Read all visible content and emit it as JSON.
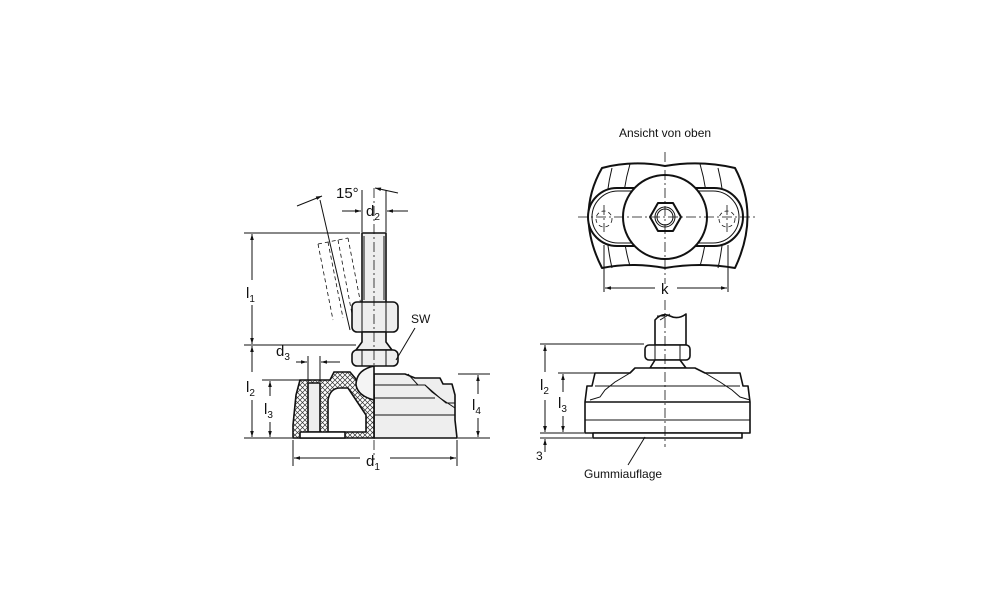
{
  "left_view": {
    "angle_label": "15°",
    "d2": {
      "main": "d",
      "sub": "2"
    },
    "d3": {
      "main": "d",
      "sub": "3"
    },
    "d1": {
      "main": "d",
      "sub": "1"
    },
    "l1": {
      "main": "l",
      "sub": "1"
    },
    "l2": {
      "main": "l",
      "sub": "2"
    },
    "l3": {
      "main": "l",
      "sub": "3"
    },
    "l4": {
      "main": "l",
      "sub": "4"
    },
    "sw": "SW"
  },
  "top_view": {
    "title": "Ansicht von oben",
    "k": "k"
  },
  "side_view": {
    "l2": {
      "main": "l",
      "sub": "2"
    },
    "l3": {
      "main": "l",
      "sub": "3"
    },
    "rubber_thickness": "3",
    "rubber_label": "Gummiauflage"
  }
}
